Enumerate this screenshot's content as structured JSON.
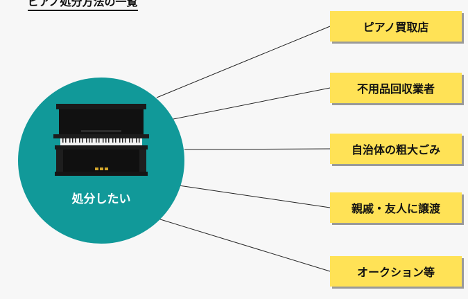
{
  "title": "ピアノ処分方法の一覧",
  "center": {
    "label": "処分したい",
    "image": "upright-piano"
  },
  "methods": [
    {
      "label": "ピアノ買取店"
    },
    {
      "label": "不用品回収業者"
    },
    {
      "label": "自治体の粗大ごみ"
    },
    {
      "label": "親戚・友人に譲渡"
    },
    {
      "label": "オークション等"
    }
  ],
  "colors": {
    "circle": "#119999",
    "box": "#ffe256",
    "background": "#f7f7f7",
    "line": "#222222"
  }
}
